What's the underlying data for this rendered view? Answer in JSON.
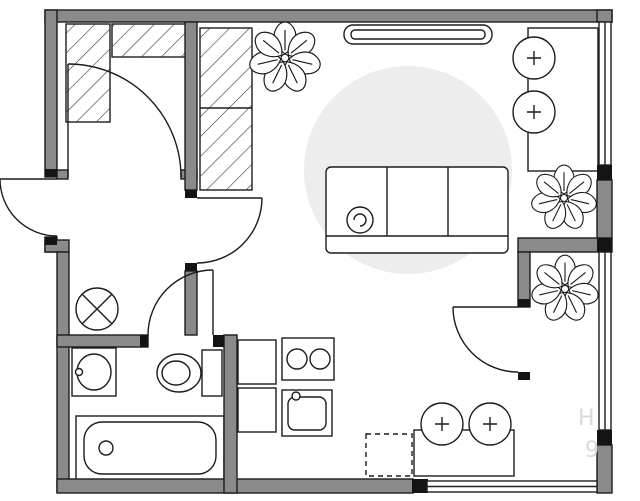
{
  "colors": {
    "background": "#ffffff",
    "wall_fill": "#8a8a8a",
    "outline": "#1c1c1c",
    "linework": "#2f2f2f",
    "pier_fill": "#141414",
    "rug_fill": "#ededed",
    "furniture_fill": "#ffffff",
    "window_fill": "#ffffff",
    "watermark": "#d9d9d9"
  },
  "watermark": {
    "line1": "Н",
    "line2": "9"
  },
  "plan": {
    "regions": [
      "walk-in-closet",
      "hallway",
      "living-room",
      "bathroom",
      "kitchen-dining",
      "window-bay"
    ],
    "fixtures": {
      "hatched_wardrobes": 3,
      "sofa": 1,
      "round_rug": 1,
      "tv_console": 1,
      "desk": 1,
      "desk_stools": 2,
      "plants": 3,
      "washing_machine": 1,
      "bathroom_sink": 1,
      "toilet": 1,
      "bathtub": 1,
      "cooktop_burners": 2,
      "kitchen_sink": 1,
      "vent_shafts": 2,
      "planned_appliance_dashed": 1,
      "table": 1,
      "table_stools": 2,
      "doors": 5,
      "windows": 3
    }
  }
}
